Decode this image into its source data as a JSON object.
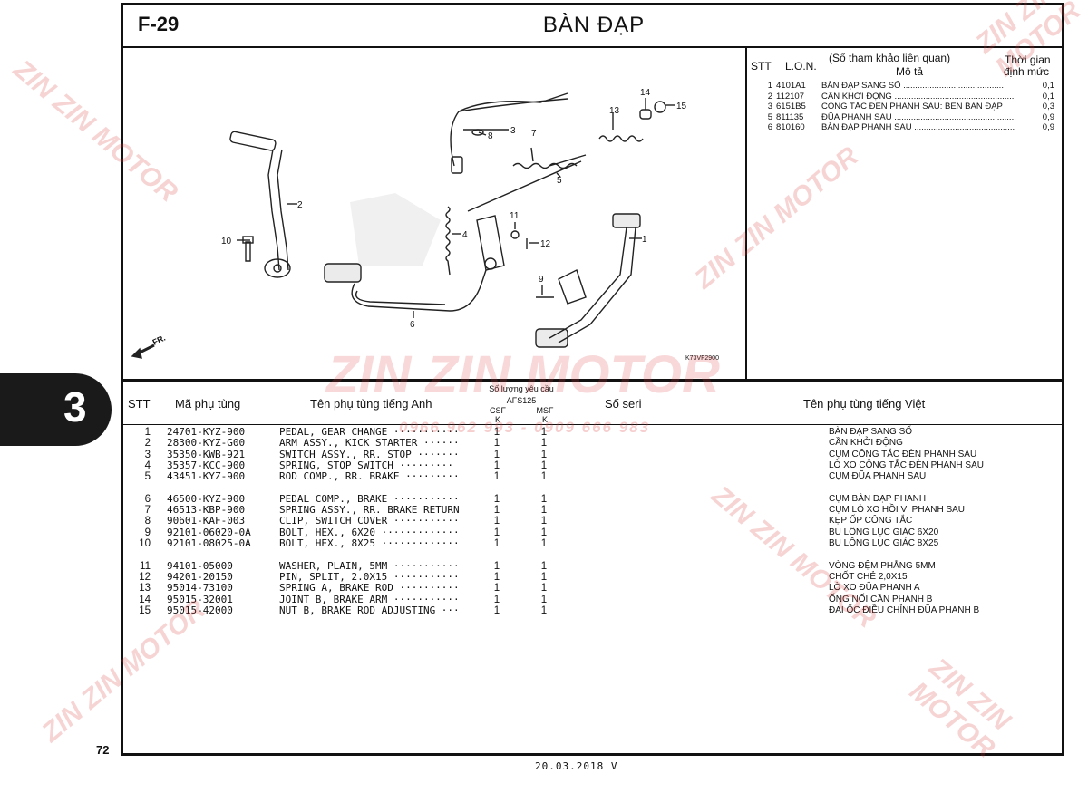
{
  "header": {
    "figure_code": "F-29",
    "title": "BÀN ĐẠP"
  },
  "ref_table": {
    "headers": {
      "stt": "STT",
      "lon": "L.O.N.",
      "ref": "(Số tham khảo liên quan)",
      "desc": "Mô tả",
      "time1": "Thời gian",
      "time2": "định mức"
    },
    "rows": [
      {
        "stt": "1",
        "lon": "4101A1",
        "desc": "BÀN ĐẠP SANG SỐ ..........................................",
        "time": "0,1"
      },
      {
        "stt": "2",
        "lon": "112107",
        "desc": "CẦN KHỞI ĐỘNG ..................................................",
        "time": "0,1"
      },
      {
        "stt": "3",
        "lon": "6151B5",
        "desc": "CÔNG TẮC ĐÈN PHANH SAU: BÊN BÀN ĐẠP",
        "time": "0,3"
      },
      {
        "stt": "5",
        "lon": "811135",
        "desc": "ĐŨA PHANH SAU ....................................................",
        "time": "0,9"
      },
      {
        "stt": "6",
        "lon": "810160",
        "desc": "BÀN ĐẠP PHANH SAU ..........................................",
        "time": "0,9"
      }
    ]
  },
  "diagram": {
    "code": "K73VF2900",
    "fr_label": "FR.",
    "callouts": [
      "1",
      "2",
      "3",
      "4",
      "5",
      "6",
      "7",
      "8",
      "9",
      "10",
      "11",
      "12",
      "13",
      "14",
      "15"
    ]
  },
  "parts_table": {
    "headers": {
      "stt": "STT",
      "part_no": "Mã phụ tùng",
      "name_en": "Tên phụ tùng tiếng Anh",
      "qty": "Số lượng yêu cầu",
      "model": "AFS125",
      "csf": "CSF",
      "msf": "MSF",
      "k1": "K",
      "k2": "K",
      "serial": "Số seri",
      "name_vi": "Tên phụ tùng tiếng Việt"
    },
    "rows": [
      {
        "stt": "1",
        "part_no": "24701-KYZ-900",
        "name_en": "PEDAL, GEAR CHANGE ···········",
        "csf": "1",
        "msf": "1",
        "name_vi": "BÀN ĐẠP SANG SỐ"
      },
      {
        "stt": "2",
        "part_no": "28300-KYZ-G00",
        "name_en": "ARM ASSY., KICK STARTER ······",
        "csf": "1",
        "msf": "1",
        "name_vi": "CẦN KHỞI ĐỘNG"
      },
      {
        "stt": "3",
        "part_no": "35350-KWB-921",
        "name_en": "SWITCH ASSY., RR. STOP ·······",
        "csf": "1",
        "msf": "1",
        "name_vi": "CỤM CÔNG TẮC ĐÈN PHANH SAU"
      },
      {
        "stt": "4",
        "part_no": "35357-KCC-900",
        "name_en": "SPRING, STOP SWITCH ·········",
        "csf": "1",
        "msf": "1",
        "name_vi": "LÒ XO CÔNG TẮC ĐÈN PHANH SAU"
      },
      {
        "stt": "5",
        "part_no": "43451-KYZ-900",
        "name_en": "ROD COMP., RR. BRAKE ·········",
        "csf": "1",
        "msf": "1",
        "name_vi": "CỤM ĐŨA PHANH SAU"
      },
      {
        "stt": "6",
        "part_no": "46500-KYZ-900",
        "name_en": "PEDAL COMP., BRAKE ···········",
        "csf": "1",
        "msf": "1",
        "name_vi": "CỤM BÀN ĐẠP PHANH"
      },
      {
        "stt": "7",
        "part_no": "46513-KBP-900",
        "name_en": "SPRING ASSY., RR. BRAKE RETURN",
        "csf": "1",
        "msf": "1",
        "name_vi": "CỤM LÒ XO HỒI VỊ PHANH SAU"
      },
      {
        "stt": "8",
        "part_no": "90601-KAF-003",
        "name_en": "CLIP, SWITCH COVER ···········",
        "csf": "1",
        "msf": "1",
        "name_vi": "KẸP ỐP CÔNG TẮC"
      },
      {
        "stt": "9",
        "part_no": "92101-06020-0A",
        "name_en": "BOLT, HEX., 6X20 ·············",
        "csf": "1",
        "msf": "1",
        "name_vi": "BU LÔNG LỤC GIÁC 6X20"
      },
      {
        "stt": "10",
        "part_no": "92101-08025-0A",
        "name_en": "BOLT, HEX., 8X25 ·············",
        "csf": "1",
        "msf": "1",
        "name_vi": "BU LÔNG LỤC GIÁC 8X25"
      },
      {
        "stt": "11",
        "part_no": "94101-05000",
        "name_en": "WASHER, PLAIN, 5MM ···········",
        "csf": "1",
        "msf": "1",
        "name_vi": "VÒNG ĐỆM PHẲNG 5MM"
      },
      {
        "stt": "12",
        "part_no": "94201-20150",
        "name_en": "PIN, SPLIT, 2.0X15 ···········",
        "csf": "1",
        "msf": "1",
        "name_vi": "CHỐT CHẺ 2,0X15"
      },
      {
        "stt": "13",
        "part_no": "95014-73100",
        "name_en": "SPRING A, BRAKE ROD ··········",
        "csf": "1",
        "msf": "1",
        "name_vi": "LÒ XO ĐŨA PHANH A"
      },
      {
        "stt": "14",
        "part_no": "95015-32001",
        "name_en": "JOINT B, BRAKE ARM ···········",
        "csf": "1",
        "msf": "1",
        "name_vi": "ỐNG NỐI CẦN PHANH B"
      },
      {
        "stt": "15",
        "part_no": "95015-42000",
        "name_en": "NUT B, BRAKE ROD ADJUSTING ···",
        "csf": "1",
        "msf": "1",
        "name_vi": "ĐAI ỐC ĐIỀU CHỈNH ĐŨA PHANH B"
      }
    ]
  },
  "section_tab": "3",
  "page_number": "72",
  "footer_date": "20.03.2018   V",
  "watermark": {
    "brand": "ZIN ZIN MOTOR",
    "phone": "0966 962 993 - 0909 666 983",
    "color": "#dc3c3c"
  }
}
